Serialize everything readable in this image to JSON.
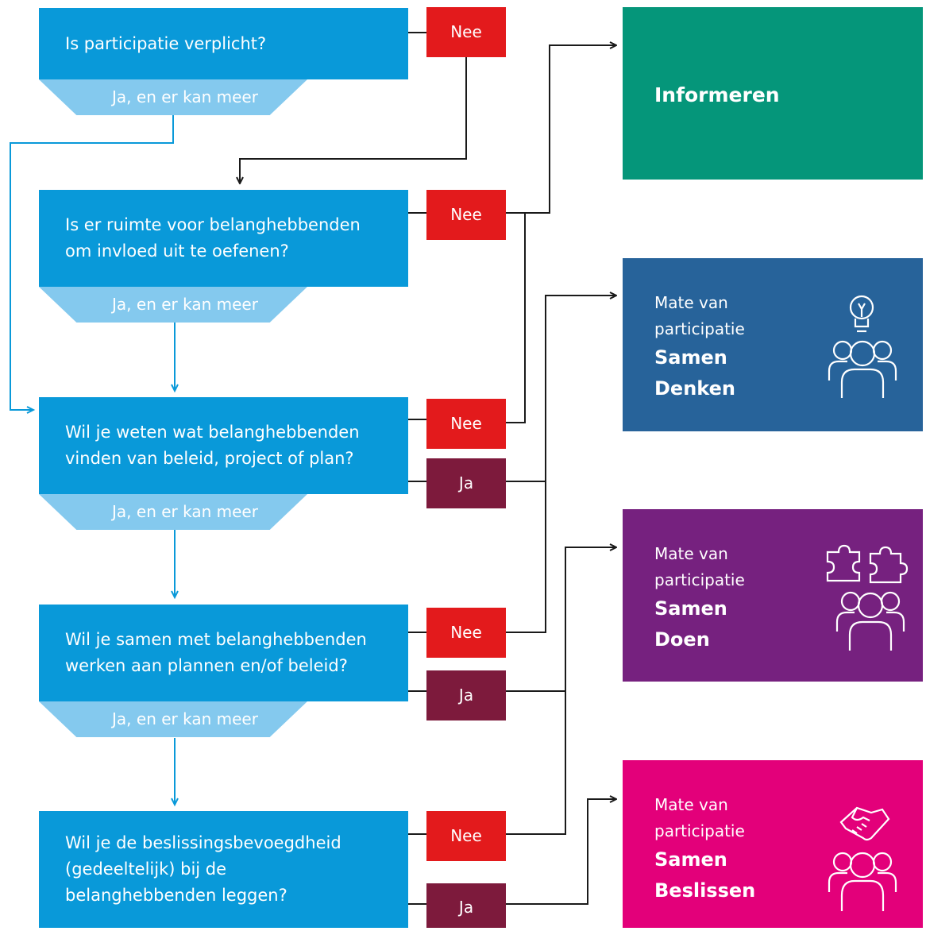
{
  "questions": [
    {
      "text": "Is participatie verplicht?"
    },
    {
      "text": "Is er ruimte voor belanghebbenden\nom invloed uit te oefenen?"
    },
    {
      "text": "Wil je weten wat belanghebbenden\nvinden van beleid, project of plan?"
    },
    {
      "text": "Wil je samen met belanghebbenden\nwerken aan plannen en/of beleid?"
    },
    {
      "text": "Wil je de beslissingsbevoegdheid\n(gedeeltelijk) bij de\nbelanghebbenden leggen?"
    }
  ],
  "continue_label": "Ja, en er kan meer",
  "no_label": "Nee",
  "yes_label": "Ja",
  "outcomes": {
    "informeren": {
      "title": "Informeren",
      "color": "#05967a"
    },
    "samen_denken": {
      "prefix": "Mate van\nparticipatie",
      "title": "Samen\nDenken",
      "color": "#27639a",
      "icon": "lightbulb-group-icon"
    },
    "samen_doen": {
      "prefix": "Mate van\nparticipatie",
      "title": "Samen\nDoen",
      "color": "#76217f",
      "icon": "puzzle-group-icon"
    },
    "samen_beslissen": {
      "prefix": "Mate van\nparticipatie",
      "title": "Samen\nBeslissen",
      "color": "#e3007a",
      "icon": "handshake-group-icon"
    }
  },
  "colors": {
    "question": "#0999d9",
    "continue_tab": "#84c9ee",
    "nee": "#e31a1c",
    "ja": "#7d1a3c",
    "connector": "#1a1a1a",
    "down_arrow": "#0999d9"
  }
}
